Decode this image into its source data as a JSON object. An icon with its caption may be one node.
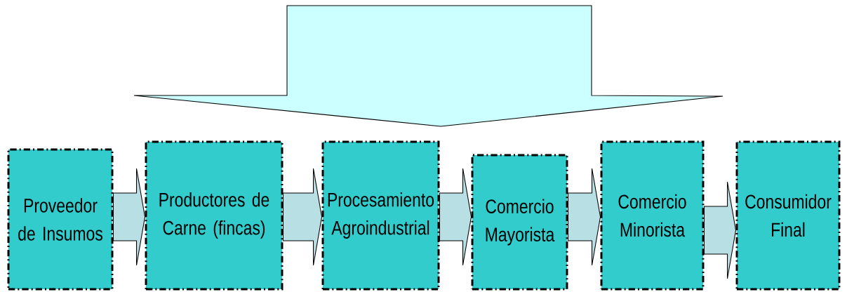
{
  "diagram": {
    "nodes": [
      {
        "text": [
          "Proveedor de Insumos"
        ]
      },
      {
        "text": [
          "Productores de Carne (fincas)"
        ]
      },
      {
        "text": [
          "Procesamiento Agroindustrial"
        ]
      },
      {
        "text": [
          "Comercio Mayorista"
        ]
      },
      {
        "text": [
          "Comercio Minorista"
        ]
      },
      {
        "text": [
          "Consumidor Final"
        ]
      }
    ],
    "edges": [
      {
        "from": 0,
        "to": 1,
        "arrow": "to"
      },
      {
        "from": 1,
        "to": 2,
        "arrow": "to"
      },
      {
        "from": 2,
        "to": 3,
        "arrow": "to"
      },
      {
        "from": 3,
        "to": 4,
        "arrow": "to"
      },
      {
        "from": 4,
        "to": 5,
        "arrow": "to"
      }
    ]
  }
}
